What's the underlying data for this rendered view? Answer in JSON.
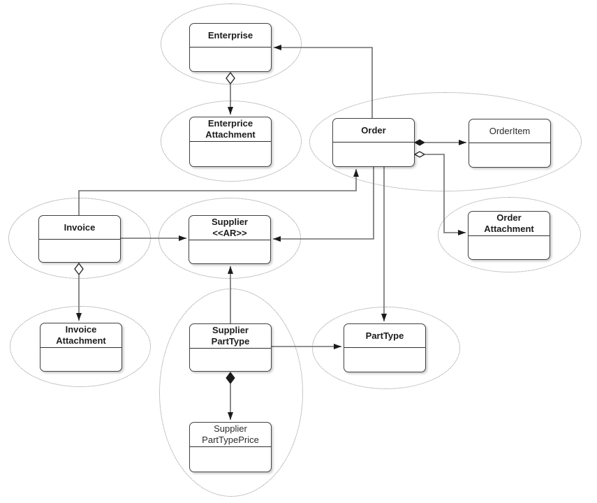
{
  "diagram": {
    "type": "uml-class-diagram",
    "background_color": "#ffffff",
    "colors": {
      "node_fill": "#ffffff",
      "node_border": "#424242",
      "edge_stroke": "#6d6d6d",
      "marker_fill": "#1b1b1b",
      "group_ellipse_stroke": "#8a8a8a",
      "text": "#1d1d1d"
    },
    "nodes": [
      {
        "id": "enterprise",
        "title": "Enterprise"
      },
      {
        "id": "enterprice-attachment",
        "title": "Enterprice\nAttachment"
      },
      {
        "id": "order",
        "title": "Order"
      },
      {
        "id": "order-item",
        "title": "OrderItem"
      },
      {
        "id": "order-attachment",
        "title": "Order\nAttachment"
      },
      {
        "id": "invoice",
        "title": "Invoice"
      },
      {
        "id": "supplier",
        "title": "Supplier\n<<AR>>"
      },
      {
        "id": "invoice-attachment",
        "title": "Invoice\nAttachment"
      },
      {
        "id": "supplier-parttype",
        "title": "Supplier\nPartType"
      },
      {
        "id": "parttype",
        "title": "PartType"
      },
      {
        "id": "supplier-parttype-price",
        "title": "Supplier\nPartTypePrice"
      }
    ],
    "edges": [
      {
        "from": "Order",
        "to": "Enterprise",
        "type": "directed-arrow"
      },
      {
        "from": "Enterprise",
        "to": "EnterpriceAttachment",
        "type": "aggregation-hollow-diamond-arrow"
      },
      {
        "from": "Order",
        "to": "OrderItem",
        "type": "composition-filled-diamond-arrow"
      },
      {
        "from": "Order",
        "to": "OrderAttachment",
        "type": "aggregation-hollow-diamond-arrow"
      },
      {
        "from": "Invoice",
        "to": "Order",
        "type": "directed-arrow"
      },
      {
        "from": "Order",
        "to": "Supplier",
        "type": "directed-arrow"
      },
      {
        "from": "Order",
        "to": "PartType",
        "type": "directed-arrow"
      },
      {
        "from": "Invoice",
        "to": "Supplier",
        "type": "directed-arrow"
      },
      {
        "from": "Invoice",
        "to": "InvoiceAttachment",
        "type": "aggregation-hollow-diamond-arrow"
      },
      {
        "from": "SupplierPartType",
        "to": "Supplier",
        "type": "directed-arrow"
      },
      {
        "from": "SupplierPartType",
        "to": "PartType",
        "type": "directed-arrow"
      },
      {
        "from": "SupplierPartType",
        "to": "SupplierPartTypePrice",
        "type": "composition-filled-diamond-arrow"
      }
    ],
    "groups": [
      {
        "members": [
          "Enterprise"
        ]
      },
      {
        "members": [
          "EnterpriceAttachment"
        ]
      },
      {
        "members": [
          "Order",
          "OrderItem"
        ]
      },
      {
        "members": [
          "OrderAttachment"
        ]
      },
      {
        "members": [
          "Invoice"
        ]
      },
      {
        "members": [
          "Supplier"
        ]
      },
      {
        "members": [
          "InvoiceAttachment"
        ]
      },
      {
        "members": [
          "SupplierPartType",
          "SupplierPartTypePrice"
        ]
      },
      {
        "members": [
          "PartType"
        ]
      }
    ]
  }
}
